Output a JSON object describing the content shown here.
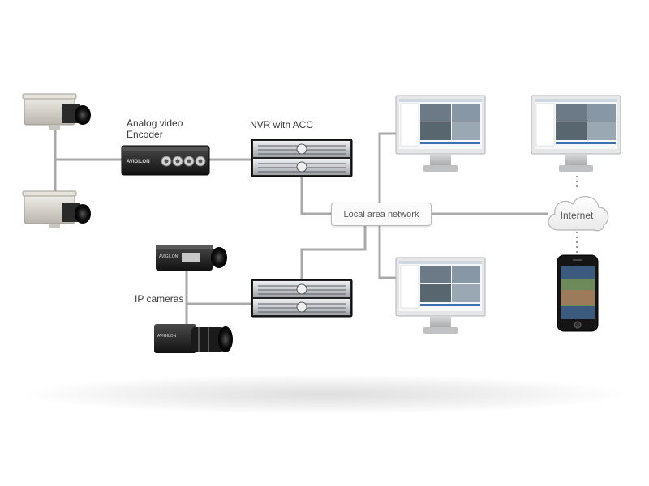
{
  "labels": {
    "encoder_line1": "Analog video",
    "encoder_line2": "Encoder",
    "nvr": "NVR with ACC",
    "lan": "Local area network",
    "internet": "Internet",
    "ip_cameras": "IP cameras"
  },
  "brand": "AVIGILON",
  "colors": {
    "connector": "#a9a9a9",
    "dotted_link": "#9a9a9a",
    "server_body": "#2b2b2b",
    "server_silver": "#cfd2d5",
    "camera_beige": "#d9d6cf",
    "ip_camera_black": "#1e1e1e",
    "monitor_frame": "#e6e7e8",
    "screen_accent": "#3a6fb0"
  },
  "icons": [
    "analog-camera-icon",
    "analog-video-encoder-icon",
    "nvr-server-icon",
    "ip-camera-icon",
    "monitor-workstation-icon",
    "cloud-icon",
    "smartphone-icon"
  ]
}
